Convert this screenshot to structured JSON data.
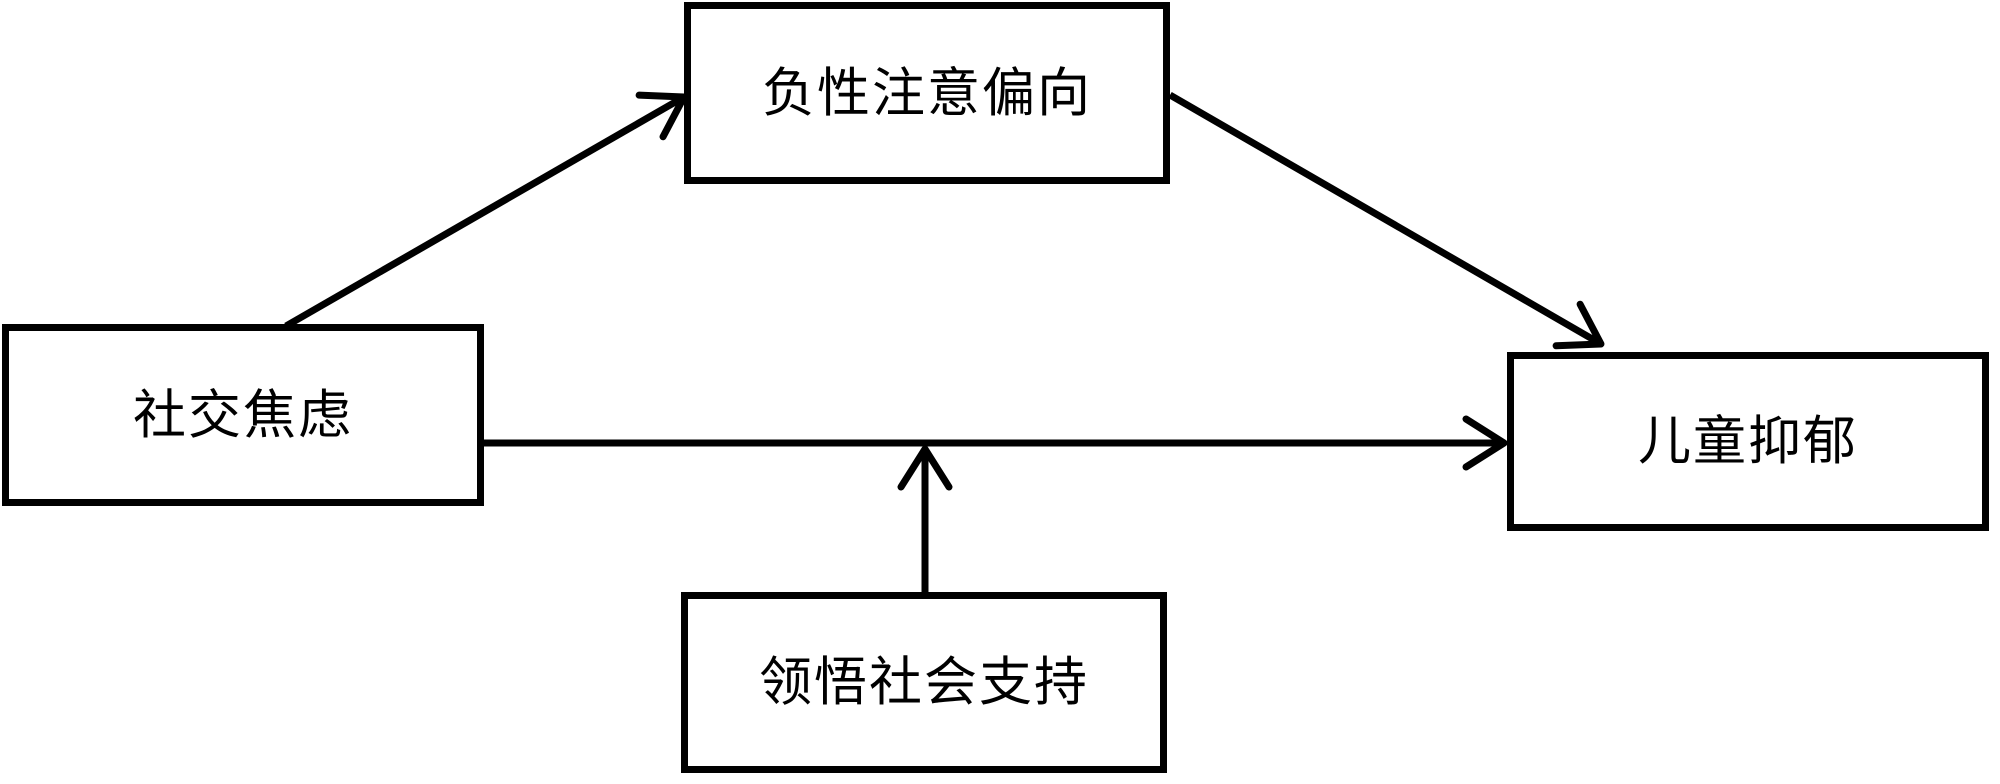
{
  "diagram": {
    "background_color": "#ffffff",
    "line_color": "#000000",
    "nodes": {
      "negative_attention_bias": {
        "label": "负性注意偏向"
      },
      "social_anxiety": {
        "label": "社交焦虑"
      },
      "child_depression": {
        "label": "儿童抑郁"
      },
      "perceived_social_support": {
        "label": "领悟社会支持"
      }
    },
    "edges": [
      {
        "from": "社交焦虑",
        "to": "负性注意偏向",
        "type": "arrow"
      },
      {
        "from": "负性注意偏向",
        "to": "儿童抑郁",
        "type": "arrow"
      },
      {
        "from": "社交焦虑",
        "to": "儿童抑郁",
        "type": "arrow"
      },
      {
        "from": "领悟社会支持",
        "to": "社交焦虑 → 儿童抑郁",
        "type": "moderation-arrow"
      }
    ]
  }
}
